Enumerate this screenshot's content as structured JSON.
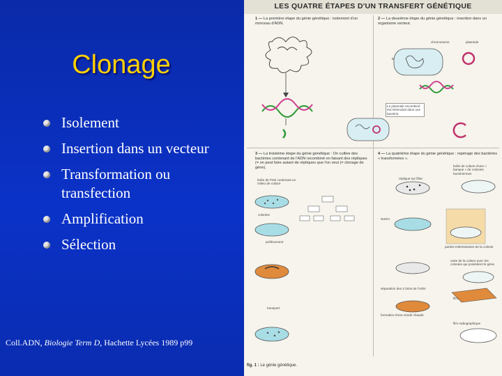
{
  "slide": {
    "title": "Clonage",
    "bullets": [
      "Isolement",
      "Insertion dans un vecteur",
      "Transformation ou transfection",
      "Amplification",
      "Sélection"
    ],
    "citation": {
      "prefix": "Coll.ADN, ",
      "book": "Biologie Term D,",
      "suffix": " Hachette Lycées 1989 p99"
    }
  },
  "figure": {
    "title": "LES QUATRE ÉTAPES D'UN TRANSFERT GÉNÉTIQUE",
    "step1": {
      "num": "1 —",
      "text": "La première étape du génie génétique : isolement d'un morceau d'ADN."
    },
    "step2": {
      "num": "2 —",
      "text": "La deuxième étape du génie génétique : insertion dans un organisme vecteur."
    },
    "step3": {
      "num": "3 —",
      "text": "La troisième étape du génie génétique : On cultive des bactéries contenant de l'ADN recombiné en faisant des répliques (= on peut faire autant de répliques que l'on veut (= clonage de gène)."
    },
    "step4": {
      "num": "4 —",
      "text": "La quatrième étape du génie génétique : repérage des bactéries « transformées »."
    },
    "labels": {
      "chromosome": "chromosome",
      "plasmide": "plasmide",
      "bacterie": "BACTÉRIE",
      "plasmide_recombine": "Le plasmide recombiné est réintroduit dans une bactérie.",
      "boite_petri": "boîte de Petri contenant un milieu de culture",
      "colonies": "colonies",
      "prelevement": "prélèvement",
      "transport": "transport",
      "replique_filtre": "réplique sur filtre",
      "boite_culture": "boîte de culture d'une « banque » de colonies bactériennes",
      "naoh": "NaOH",
      "separation": "séparation des 2 brins de l'ADN",
      "hybride": "formation d'une sonde chaude",
      "film": "film radiographique",
      "film_revele": "film révélé et fixé",
      "parties_colonie": "parties intéressantes de la colonie",
      "carte": "carte de la culture avec les colonies qui possèdent le gène"
    },
    "caption": {
      "fig": "fig. 1 :",
      "text": " Le génie génétique."
    }
  }
}
